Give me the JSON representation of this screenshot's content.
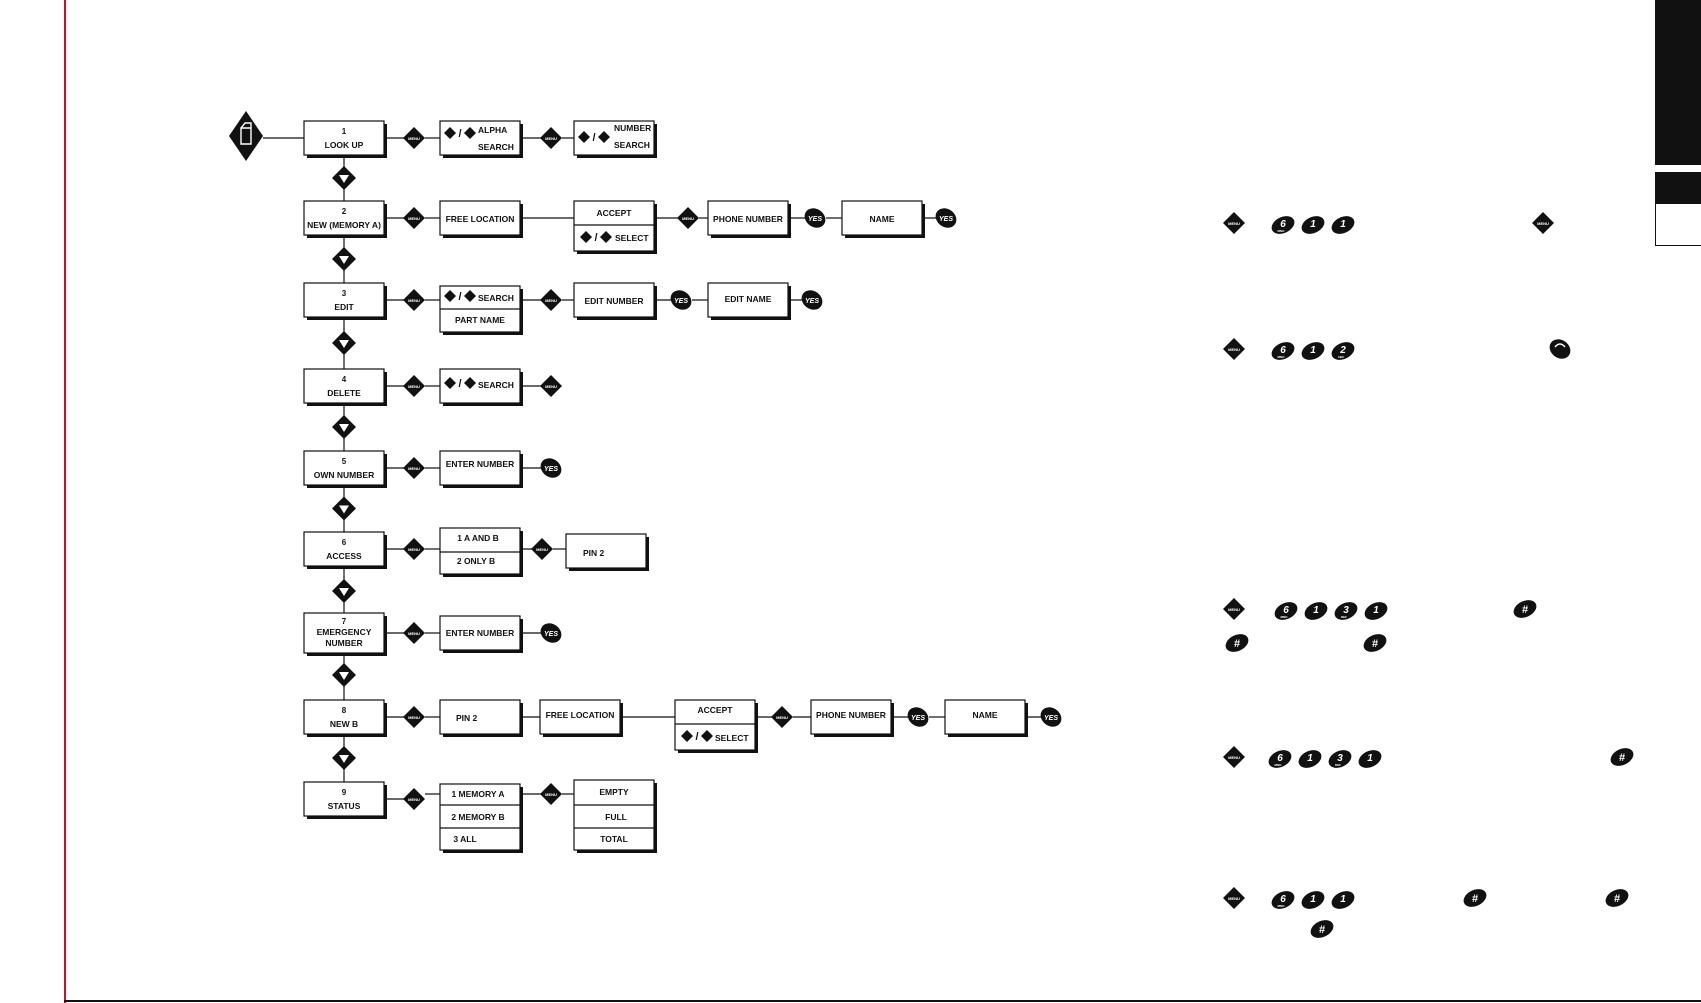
{
  "diagram": {
    "key_labels": {
      "menu": "MENU",
      "yes": "YES",
      "hash": "#"
    },
    "menu_items": [
      {
        "num": "1",
        "label": "LOOK UP"
      },
      {
        "num": "2",
        "label": "NEW (MEMORY A)"
      },
      {
        "num": "3",
        "label": "EDIT"
      },
      {
        "num": "4",
        "label": "DELETE"
      },
      {
        "num": "5",
        "label": "OWN NUMBER"
      },
      {
        "num": "6",
        "label": "ACCESS"
      },
      {
        "num": "7",
        "label": "EMERGENCY",
        "label2": "NUMBER"
      },
      {
        "num": "8",
        "label": "NEW B"
      },
      {
        "num": "9",
        "label": "STATUS"
      }
    ],
    "texts": {
      "alpha": "ALPHA",
      "search": "SEARCH",
      "number": "NUMBER",
      "free_location": "FREE LOCATION",
      "accept": "ACCEPT",
      "select": "SELECT",
      "phone_number": "PHONE NUMBER",
      "name": "NAME",
      "part_name": "PART NAME",
      "edit_number": "EDIT NUMBER",
      "edit_name": "EDIT NAME",
      "enter_number": "ENTER NUMBER",
      "a_and_b": "1 A AND B",
      "only_b": "2 ONLY B",
      "pin2": "PIN 2",
      "mem_a": "1 MEMORY A",
      "mem_b": "2 MEMORY B",
      "all": "3 ALL",
      "empty": "EMPTY",
      "full": "FULL",
      "total": "TOTAL"
    },
    "sequences": [
      {
        "digits": [
          {
            "d": "6",
            "sub": "MNO"
          },
          {
            "d": "1",
            "sub": ""
          },
          {
            "d": "1",
            "sub": ""
          }
        ]
      },
      {
        "digits": [
          {
            "d": "6",
            "sub": "MNO"
          },
          {
            "d": "1",
            "sub": ""
          },
          {
            "d": "2",
            "sub": "ABC"
          }
        ]
      },
      {
        "digits": [
          {
            "d": "6",
            "sub": "MNO"
          },
          {
            "d": "1",
            "sub": ""
          },
          {
            "d": "3",
            "sub": "DEF"
          },
          {
            "d": "1",
            "sub": ""
          }
        ]
      },
      {
        "digits": [
          {
            "d": "6",
            "sub": "MNO"
          },
          {
            "d": "1",
            "sub": ""
          },
          {
            "d": "3",
            "sub": "DEF"
          },
          {
            "d": "1",
            "sub": ""
          }
        ]
      },
      {
        "digits": [
          {
            "d": "6",
            "sub": "MNO"
          },
          {
            "d": "1",
            "sub": ""
          },
          {
            "d": "1",
            "sub": ""
          }
        ]
      }
    ],
    "colors": {
      "ink": "#111111",
      "accent_red": "#c8102e"
    }
  }
}
